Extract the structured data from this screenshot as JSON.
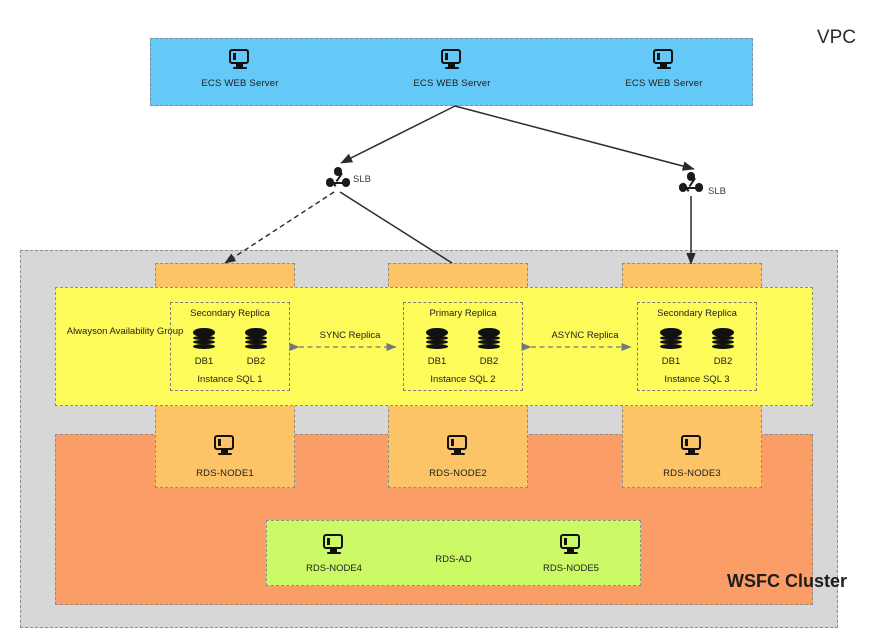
{
  "diagram": {
    "vpc_label": "VPC",
    "wsfc_label": "WSFC Cluster"
  },
  "colors": {
    "ecs_blue": "#65C9F7",
    "vpc_gray": "#D7D7D7",
    "node_orange": "#FCC367",
    "cluster_orange": "#FA9D66",
    "ag_yellow": "#FDFC5A",
    "ad_green": "#CCFA66",
    "border_gray": "#8D8D8D",
    "icon_black": "#111111"
  },
  "ecs": {
    "nodes": [
      {
        "label": "ECS WEB Server",
        "icon": "monitor-icon"
      },
      {
        "label": "ECS WEB Server",
        "icon": "monitor-icon"
      },
      {
        "label": "ECS WEB Server",
        "icon": "monitor-icon"
      }
    ]
  },
  "slb": {
    "nodes": [
      {
        "label": "SLB",
        "icon": "load-balancer-icon"
      },
      {
        "label": "SLB",
        "icon": "load-balancer-icon"
      }
    ]
  },
  "availability_group": {
    "label": "Alwayson\nAvailability Group",
    "replicas": [
      {
        "role": "Secondary Replica",
        "instance": "Instance SQL 1",
        "databases": [
          "DB1",
          "DB2"
        ]
      },
      {
        "role": "Primary Replica",
        "instance": "Instance SQL 2",
        "databases": [
          "DB1",
          "DB2"
        ]
      },
      {
        "role": "Secondary Replica",
        "instance": "Instance SQL 3",
        "databases": [
          "DB1",
          "DB2"
        ]
      }
    ],
    "links": [
      {
        "label": "SYNC Replica",
        "style": "dashed-bidirectional"
      },
      {
        "label": "ASYNC Replica",
        "style": "dashed-bidirectional"
      }
    ]
  },
  "rds_nodes": [
    {
      "label": "RDS-NODE1",
      "icon": "monitor-icon"
    },
    {
      "label": "RDS-NODE2",
      "icon": "monitor-icon"
    },
    {
      "label": "RDS-NODE3",
      "icon": "monitor-icon"
    }
  ],
  "ad": {
    "title": "RDS-AD",
    "nodes": [
      {
        "label": "RDS-NODE4",
        "icon": "monitor-icon"
      },
      {
        "label": "RDS-NODE5",
        "icon": "monitor-icon"
      }
    ]
  }
}
